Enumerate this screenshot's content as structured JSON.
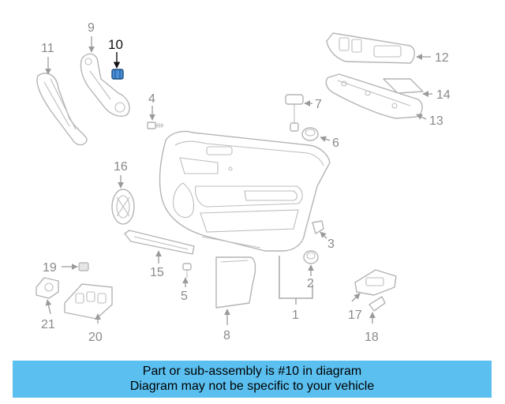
{
  "diagram": {
    "callouts": {
      "c1": "1",
      "c2": "2",
      "c3": "3",
      "c4": "4",
      "c5": "5",
      "c6": "6",
      "c7": "7",
      "c8": "8",
      "c9": "9",
      "c10": "10",
      "c11": "11",
      "c12": "12",
      "c13": "13",
      "c14": "14",
      "c15": "15",
      "c16": "16",
      "c17": "17",
      "c18": "18",
      "c19": "19",
      "c20": "20",
      "c21": "21"
    },
    "highlighted_part": "10",
    "highlight_color": "#4a90d9"
  },
  "banner": {
    "line1": "Part or sub-assembly is #10 in diagram",
    "line2": "Diagram may not be specific to your vehicle",
    "background": "#5bc0f0"
  }
}
